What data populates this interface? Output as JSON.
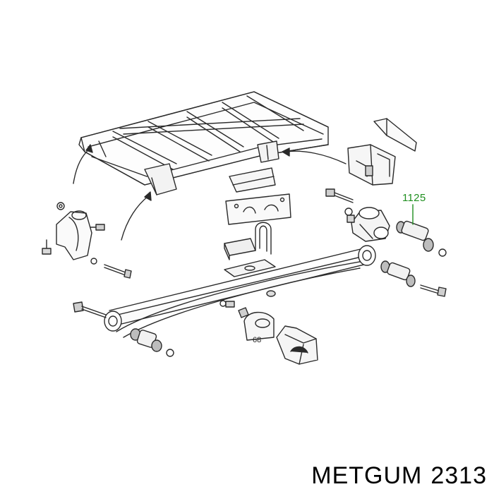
{
  "diagram": {
    "callout_number": "1125",
    "callout_color": "#1f8f1f",
    "part_number_label": "68",
    "line_color": "#2a2a2a"
  },
  "caption": {
    "brand": "METGUM",
    "part_number": "2313"
  }
}
